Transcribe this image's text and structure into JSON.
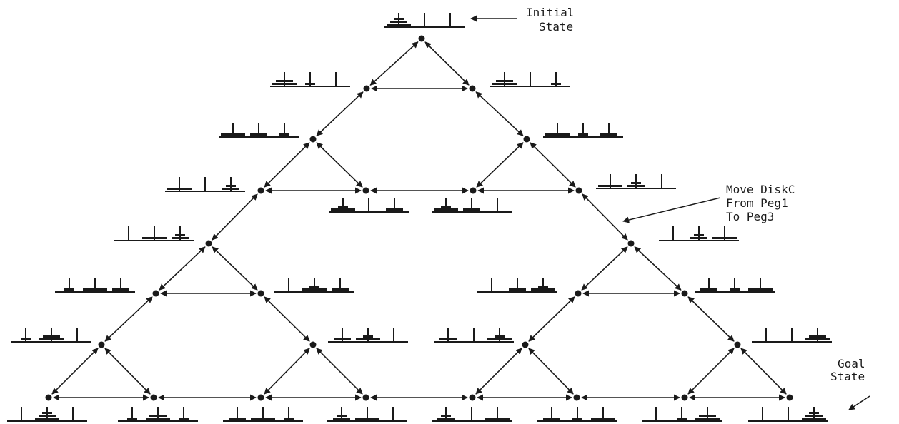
{
  "diagram": {
    "annotations": {
      "initial": [
        "Initial",
        "State"
      ],
      "move": [
        "Move DiskC",
        "From Peg1",
        "To Peg3"
      ],
      "goal": [
        "Goal",
        "State"
      ]
    },
    "ink_color": "#1a1a1a",
    "node_levels": 8,
    "states_per_node": "3 pegs, 3 disks (A small, B medium, C large)"
  }
}
